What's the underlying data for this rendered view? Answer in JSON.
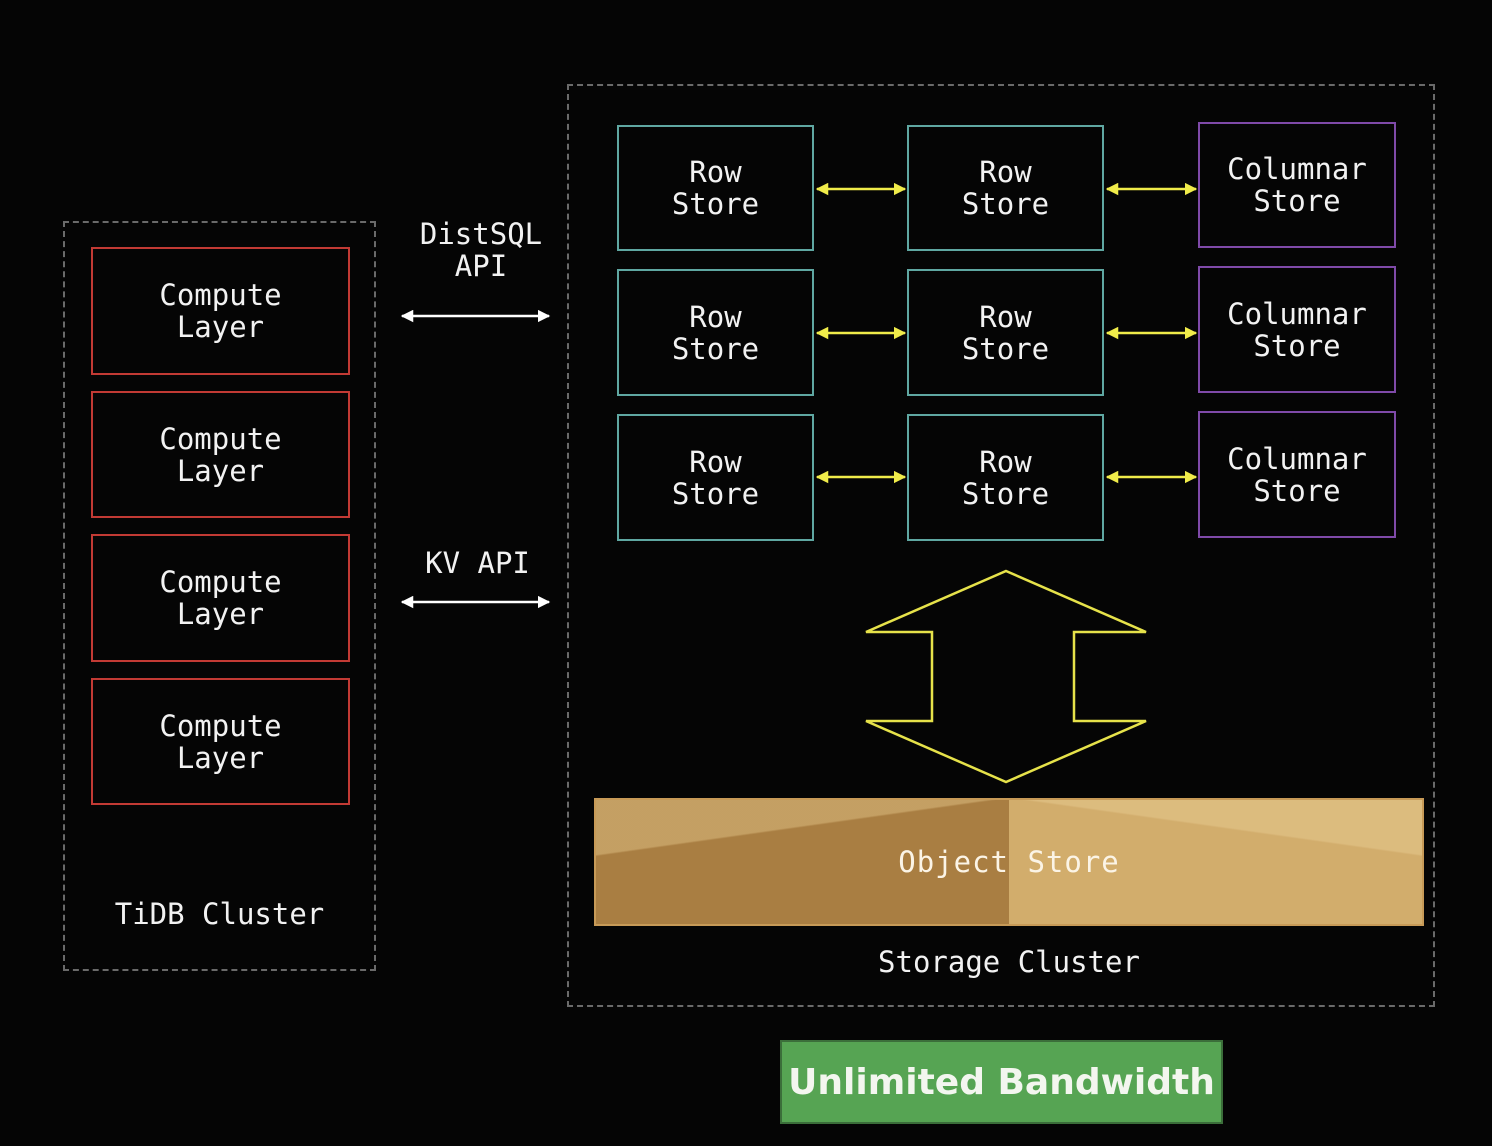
{
  "tidb_cluster": {
    "label": "TiDB Cluster",
    "compute_layers": [
      {
        "label": "Compute\nLayer"
      },
      {
        "label": "Compute\nLayer"
      },
      {
        "label": "Compute\nLayer"
      },
      {
        "label": "Compute\nLayer"
      }
    ]
  },
  "apis": {
    "distsql": "DistSQL\nAPI",
    "kv": "KV API"
  },
  "storage_cluster": {
    "label": "Storage Cluster",
    "rows": [
      {
        "stores": [
          "Row\nStore",
          "Row\nStore",
          "Columnar\nStore"
        ]
      },
      {
        "stores": [
          "Row\nStore",
          "Row\nStore",
          "Columnar\nStore"
        ]
      },
      {
        "stores": [
          "Row\nStore",
          "Row\nStore",
          "Columnar\nStore"
        ]
      }
    ],
    "object_store": "Object Store"
  },
  "badge": "Unlimited Bandwidth",
  "colors": {
    "compute_border": "#c23a34",
    "row_store_border": "#5fa7a2",
    "columnar_store_border": "#7f4aa9",
    "sync_arrow": "#f0ec4a",
    "api_arrow": "#ffffff",
    "object_store": "#c8a05e",
    "badge_bg": "#56a453"
  }
}
